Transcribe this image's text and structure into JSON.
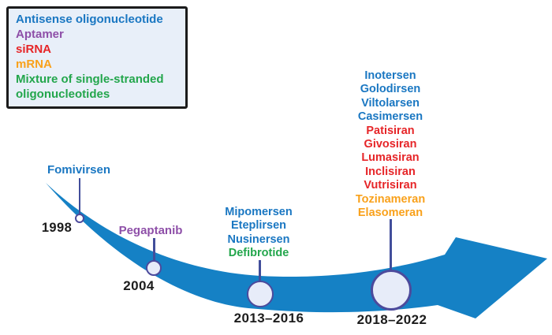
{
  "palette": {
    "arrow_blue": "#1581c5",
    "antisense_blue": "#1a77c2",
    "aptamer_purple": "#8e4fa8",
    "sirna_red": "#e62528",
    "mrna_orange": "#f9a11b",
    "mixture_green": "#23a64c",
    "year_text": "#1c1c1c",
    "legend_background": "#e8eff9",
    "node_fill": "#e7ecf9",
    "node_stroke": "#4c4a9c",
    "connector": "#424e9b"
  },
  "legend": {
    "items": [
      {
        "label": "Antisense oligonucleotide",
        "color": "#1a77c2"
      },
      {
        "label": "Aptamer",
        "color": "#8e4fa8"
      },
      {
        "label": "siRNA",
        "color": "#e62528"
      },
      {
        "label": "mRNA",
        "color": "#f9a11b"
      },
      {
        "label": "Mixture of single-stranded oligonucleotides",
        "color": "#23a64c"
      }
    ]
  },
  "timeline": {
    "arrow_color": "#1581c5",
    "milestones": [
      {
        "year": "1998",
        "drugs": [
          {
            "name": "Fomivirsen",
            "color": "#1a77c2"
          }
        ]
      },
      {
        "year": "2004",
        "drugs": [
          {
            "name": "Pegaptanib",
            "color": "#8e4fa8"
          }
        ]
      },
      {
        "year": "2013–2016",
        "drugs": [
          {
            "name": "Mipomersen",
            "color": "#1a77c2"
          },
          {
            "name": "Eteplirsen",
            "color": "#1a77c2"
          },
          {
            "name": "Nusinersen",
            "color": "#1a77c2"
          },
          {
            "name": "Defibrotide",
            "color": "#23a64c"
          }
        ]
      },
      {
        "year": "2018–2022",
        "drugs": [
          {
            "name": "Inotersen",
            "color": "#1a77c2"
          },
          {
            "name": "Golodirsen",
            "color": "#1a77c2"
          },
          {
            "name": "Viltolarsen",
            "color": "#1a77c2"
          },
          {
            "name": "Casimersen",
            "color": "#1a77c2"
          },
          {
            "name": "Patisiran",
            "color": "#e62528"
          },
          {
            "name": "Givosiran",
            "color": "#e62528"
          },
          {
            "name": "Lumasiran",
            "color": "#e62528"
          },
          {
            "name": "Inclisiran",
            "color": "#e62528"
          },
          {
            "name": "Vutrisiran",
            "color": "#e62528"
          },
          {
            "name": "Tozinameran",
            "color": "#f9a11b"
          },
          {
            "name": "Elasomeran",
            "color": "#f9a11b"
          }
        ]
      }
    ]
  }
}
